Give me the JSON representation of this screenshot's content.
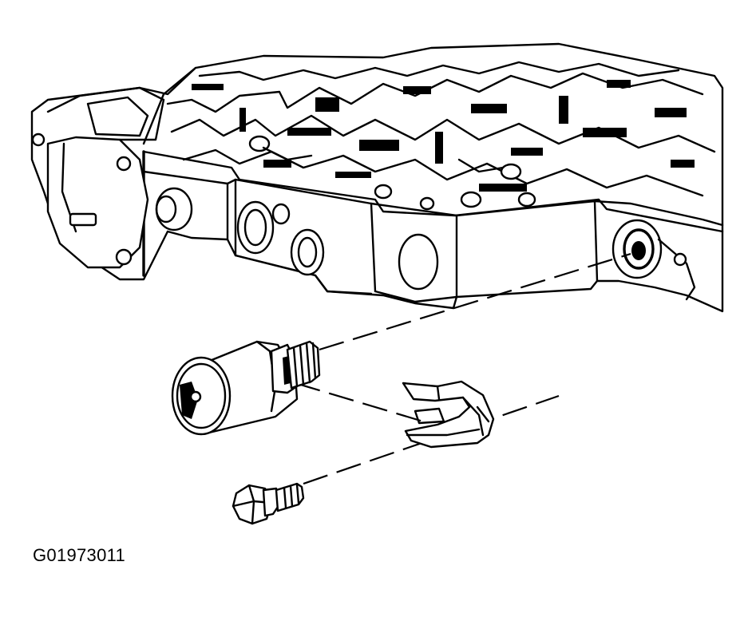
{
  "figure": {
    "id_label": "G01973011"
  },
  "parts": [
    {
      "name": "valve-body",
      "icon": "valve-body-illustration"
    },
    {
      "name": "solenoid",
      "icon": "solenoid-illustration"
    },
    {
      "name": "retaining-clip",
      "icon": "clip-illustration"
    },
    {
      "name": "bolt",
      "icon": "bolt-illustration"
    }
  ],
  "colors": {
    "ink": "#000000",
    "paper": "#ffffff"
  }
}
